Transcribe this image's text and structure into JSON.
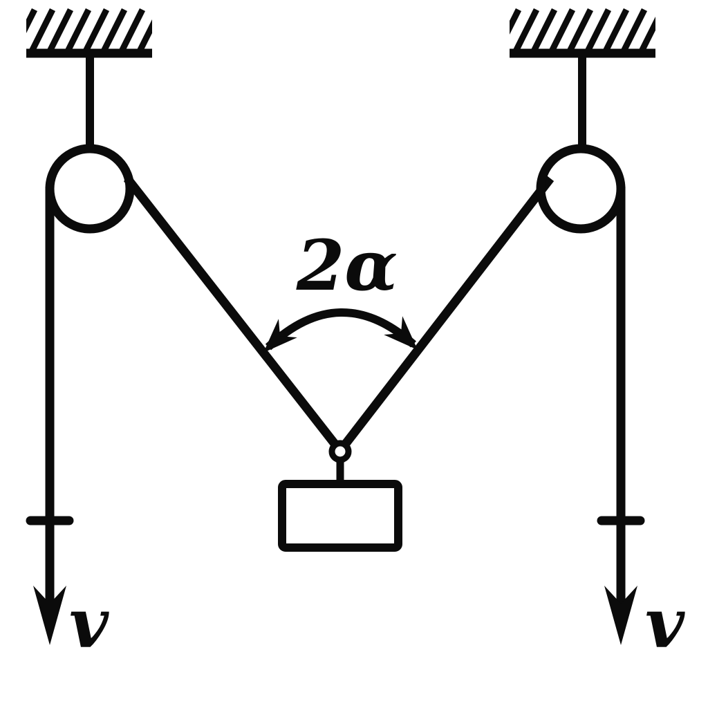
{
  "diagram": {
    "labels": {
      "angle": "2α",
      "velocity_left": "v",
      "velocity_right": "v"
    },
    "colors": {
      "ink": "#0b0b0b",
      "background": "#ffffff"
    }
  }
}
